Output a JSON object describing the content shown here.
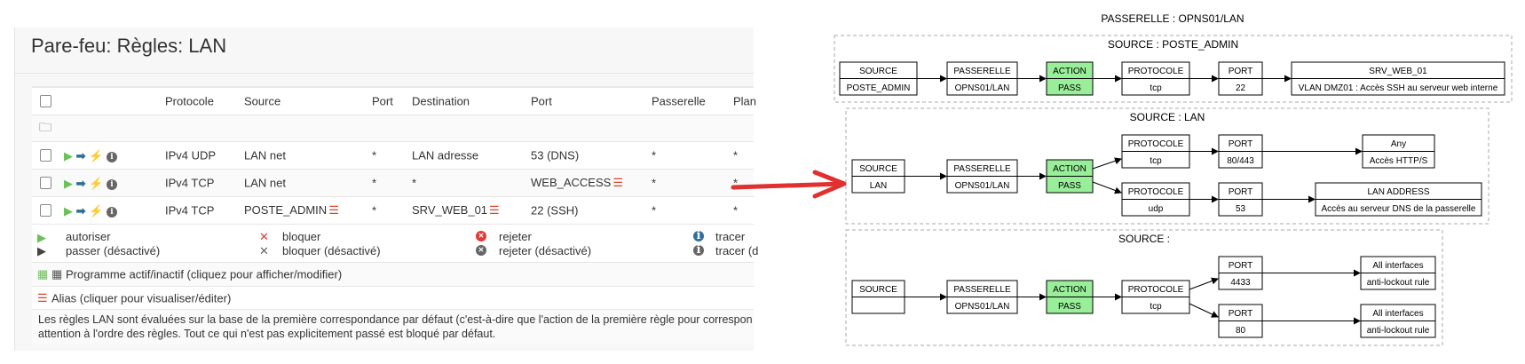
{
  "page_title": "Pare-feu: Règles: LAN",
  "table": {
    "headers": [
      "Protocole",
      "Source",
      "Port",
      "Destination",
      "Port",
      "Passerelle",
      "Plan"
    ],
    "rows": [
      {
        "protocol": "IPv4 UDP",
        "source": "LAN net",
        "source_alias": false,
        "sport": "*",
        "destination": "LAN adresse",
        "dest_alias": false,
        "dport": "53 (DNS)",
        "dport_alias": false,
        "gateway": "*",
        "schedule": "*"
      },
      {
        "protocol": "IPv4 TCP",
        "source": "LAN net",
        "source_alias": false,
        "sport": "*",
        "destination": "*",
        "dest_alias": false,
        "dport": "WEB_ACCESS",
        "dport_alias": true,
        "gateway": "*",
        "schedule": "*"
      },
      {
        "protocol": "IPv4 TCP",
        "source": "POSTE_ADMIN",
        "source_alias": true,
        "sport": "*",
        "destination": "SRV_WEB_01",
        "dest_alias": true,
        "dport": "22 (SSH)",
        "dport_alias": false,
        "gateway": "*",
        "schedule": "*"
      }
    ]
  },
  "legend": {
    "pass": "autoriser",
    "pass_disabled": "passer (désactivé)",
    "block": "bloquer",
    "block_disabled": "bloquer (désactivé)",
    "reject": "rejeter",
    "reject_disabled": "rejeter (désactivé)",
    "log": "tracer",
    "log_disabled": "tracer (d",
    "schedule": "Programme actif/inactif (cliquez pour afficher/modifier)",
    "alias": "Alias (cliquer pour visualiser/éditer)",
    "info_line1": "Les règles LAN sont évaluées sur la base de la première correspondance par défaut (c'est-à-dire que l'action de la première règle pour correspon",
    "info_line2": "attention à l'ordre des règles. Tout ce qui n'est pas explicitement passé est bloqué par défaut."
  },
  "colors": {
    "pass": "#6cc05a",
    "alias": "#d9442b",
    "action_fill": "#99ee99",
    "arrow": "#e03030",
    "log": "#2f6f9f"
  },
  "diagram": {
    "title": "PASSERELLE : OPNS01/LAN",
    "clusters": [
      {
        "label": "SOURCE : POSTE_ADMIN",
        "source": [
          "SOURCE",
          "POSTE_ADMIN"
        ],
        "gateway": [
          "PASSERELLE",
          "OPNS01/LAN"
        ],
        "action": [
          "ACTION",
          "PASS"
        ],
        "protocol": [
          "PROTOCOLE",
          "tcp"
        ],
        "port": [
          "PORT",
          "22"
        ],
        "dest": [
          "SRV_WEB_01",
          "VLAN DMZ01 : Accès SSH au serveur web interne"
        ]
      },
      {
        "label": "SOURCE : LAN",
        "source": [
          "SOURCE",
          "LAN"
        ],
        "gateway": [
          "PASSERELLE",
          "OPNS01/LAN"
        ],
        "action": [
          "ACTION",
          "PASS"
        ],
        "proto1": [
          "PROTOCOLE",
          "tcp"
        ],
        "port1": [
          "PORT",
          "80/443"
        ],
        "dest1": [
          "Any",
          "Accès HTTP/S"
        ],
        "proto2": [
          "PROTOCOLE",
          "udp"
        ],
        "port2": [
          "PORT",
          "53"
        ],
        "dest2": [
          "LAN ADDRESS",
          "Accès au serveur DNS de la passerelle"
        ]
      },
      {
        "label": "SOURCE :",
        "source": [
          "SOURCE",
          ""
        ],
        "gateway": [
          "PASSERELLE",
          "OPNS01/LAN"
        ],
        "action": [
          "ACTION",
          "PASS"
        ],
        "protocol": [
          "PROTOCOLE",
          "tcp"
        ],
        "port1": [
          "PORT",
          "4433"
        ],
        "dest1": [
          "All interfaces",
          "anti-lockout rule"
        ],
        "port2": [
          "PORT",
          "80"
        ],
        "dest2": [
          "All interfaces",
          "anti-lockout rule"
        ]
      }
    ]
  }
}
